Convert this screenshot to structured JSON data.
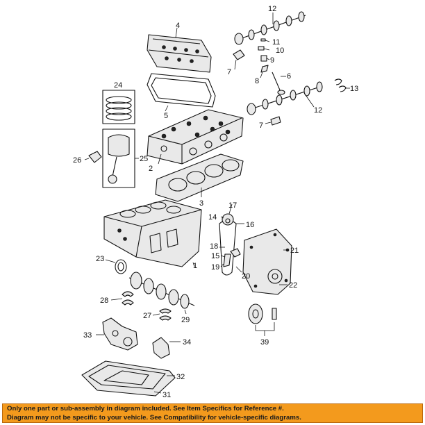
{
  "callouts": {
    "c1": "1",
    "c2": "2",
    "c3": "3",
    "c4": "4",
    "c5": "5",
    "c6": "6",
    "c7a": "7",
    "c7b": "7",
    "c8": "8",
    "c9": "9",
    "c10": "10",
    "c11": "11",
    "c12a": "12",
    "c12b": "12",
    "c13": "13",
    "c14": "14",
    "c15": "15",
    "c16": "16",
    "c17": "17",
    "c18": "18",
    "c19": "19",
    "c20": "20",
    "c21": "21",
    "c22": "22",
    "c23": "23",
    "c24": "24",
    "c25": "25",
    "c26": "26",
    "c27": "27",
    "c28": "28",
    "c29": "29",
    "c31": "31",
    "c32": "32",
    "c33": "33",
    "c34": "34",
    "c39": "39"
  },
  "disclaimer": {
    "line1": "Only one part or sub-assembly in diagram included. See Item Specifics for Reference #.",
    "line2": "Diagram may not be specific to your vehicle. See Compatibility for vehicle-specific diagrams."
  },
  "colors": {
    "banner": "#f39a1d",
    "ink": "#111111"
  }
}
